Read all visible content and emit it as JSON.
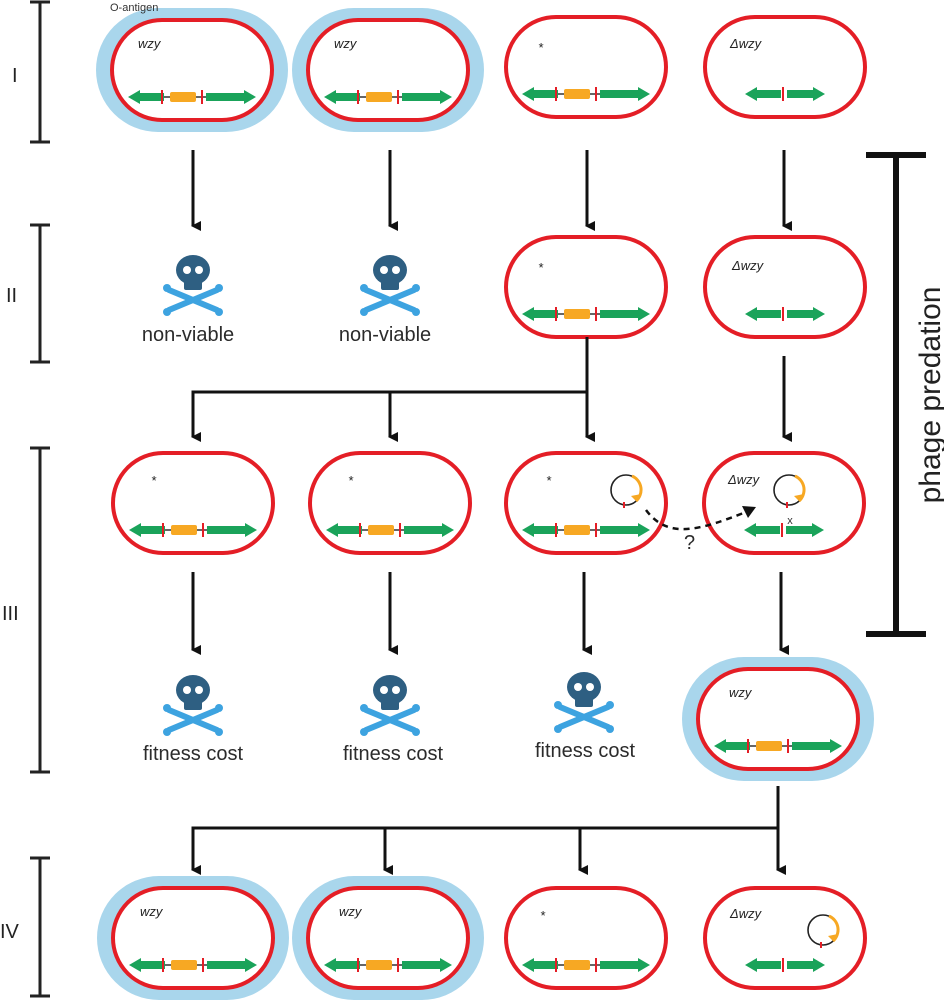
{
  "colors": {
    "membrane": "#e41e26",
    "oantigen": "#a9d6ec",
    "gene_green": "#1aa35a",
    "gene_orange": "#f7a823",
    "skull": "#2e5f82",
    "bones": "#3da3e0",
    "arrow": "#111111"
  },
  "annotation": {
    "oantigen": "O-antigen"
  },
  "stages": [
    "I",
    "II",
    "III",
    "IV"
  ],
  "phage_label": "phage predation",
  "question_mark": "?",
  "crossover_mark": "x",
  "gene_labels": {
    "wt": "wzy",
    "point": "*",
    "deletion": "Δwzy"
  },
  "outcomes": {
    "nonviable": "non-viable",
    "fitness": "fitness cost"
  },
  "icons": [
    "skull-crossbones-icon",
    "plasmid-icon",
    "arrow-down-icon"
  ]
}
